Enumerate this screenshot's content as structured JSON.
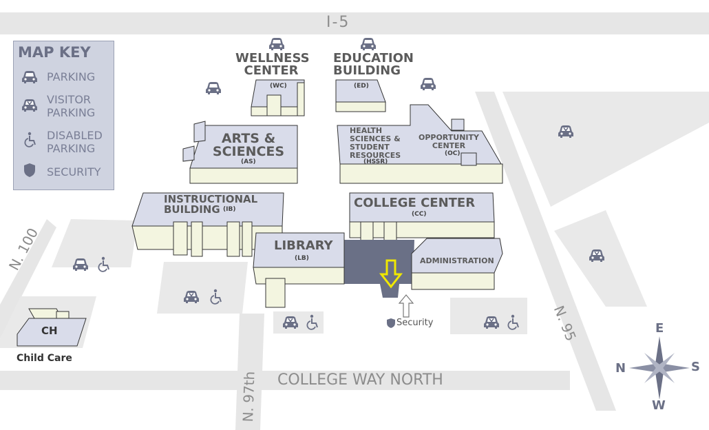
{
  "roads": {
    "i5": "I-5",
    "college_way": "COLLEGE WAY NORTH",
    "n100": "N. 100",
    "n97": "N. 97th",
    "n95": "N. 95"
  },
  "map_key": {
    "title": "MAP KEY",
    "parking": "PARKING",
    "visitor_line1": "VISITOR",
    "visitor_line2": "PARKING",
    "disabled_line1": "DISABLED",
    "disabled_line2": "PARKING",
    "security": "SECURITY"
  },
  "buildings": {
    "wellness": {
      "line1": "WELLNESS",
      "line2": "CENTER",
      "code": "(WC)"
    },
    "education": {
      "line1": "EDUCATION",
      "line2": "BUILDING",
      "code": "(ED)"
    },
    "arts": {
      "line1": "ARTS &",
      "line2": "SCIENCES",
      "code": "(AS)"
    },
    "hssr": {
      "line1": "HEALTH",
      "line2": "SCIENCES &",
      "line3": "STUDENT",
      "line4": "RESOURCES",
      "code": "(HSSR)"
    },
    "opportunity": {
      "line1": "OPPORTUNITY",
      "line2": "CENTER",
      "code": "(OC)"
    },
    "instructional": {
      "line1": "INSTRUCTIONAL",
      "line2": "BUILDING",
      "code": "(IB)"
    },
    "college_center": {
      "line1": "COLLEGE CENTER",
      "code": "(CC)"
    },
    "library": {
      "line1": "LIBRARY",
      "code": "(LB)"
    },
    "administration": {
      "line1": "ADMINISTRATION"
    },
    "child_care": {
      "code": "CH",
      "label": "Child Care"
    }
  },
  "security_label": "Security",
  "compass": {
    "north": "N",
    "south": "S",
    "east": "E",
    "west": "W"
  },
  "colors": {
    "road": "#e6e6e6",
    "lot": "#e9e9e9",
    "building_top": "#d9dcea",
    "building_side": "#f3f5e0",
    "key_bg": "#cfd3e0",
    "icon": "#6b7086",
    "highlight_arrow": "#ffff00"
  },
  "icons": [
    "car-icon",
    "visitor-car-icon",
    "wheelchair-icon",
    "shield-icon",
    "compass-icon",
    "arrow-down-icon",
    "arrow-up-icon"
  ]
}
